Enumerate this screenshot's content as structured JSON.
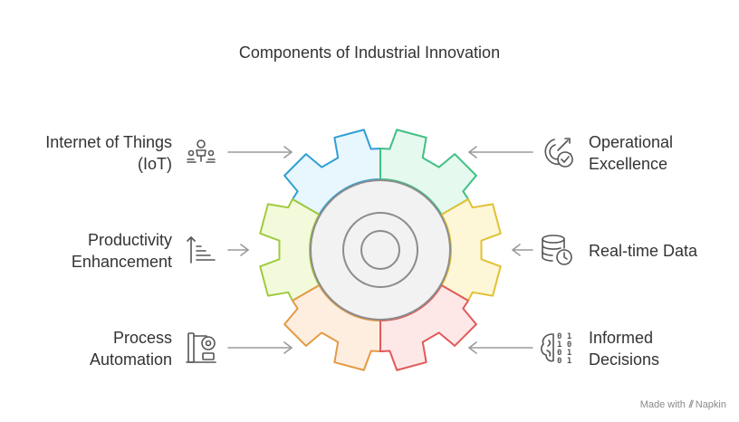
{
  "title": "Components of Industrial Innovation",
  "segments": [
    {
      "id": "iot",
      "side": "left",
      "lines": [
        "Internet of Things",
        "(IoT)"
      ],
      "icon": "iot-network-icon",
      "fill": "#e8f6fd",
      "stroke": "#2f9fd4"
    },
    {
      "id": "productivity",
      "side": "left",
      "lines": [
        "Productivity",
        "Enhancement"
      ],
      "icon": "productivity-bars-icon",
      "fill": "#f3fadc",
      "stroke": "#9fcb3d"
    },
    {
      "id": "process",
      "side": "left",
      "lines": [
        "Process",
        "Automation"
      ],
      "icon": "robot-arm-icon",
      "fill": "#fdeee0",
      "stroke": "#e59a45"
    },
    {
      "id": "operational",
      "side": "right",
      "lines": [
        "Operational",
        "Excellence"
      ],
      "icon": "target-check-icon",
      "fill": "#e5f9ee",
      "stroke": "#3fc083"
    },
    {
      "id": "realtime",
      "side": "right",
      "lines": [
        "Real-time Data"
      ],
      "icon": "database-clock-icon",
      "fill": "#fdf7d8",
      "stroke": "#e2c133"
    },
    {
      "id": "informed",
      "side": "right",
      "lines": [
        "Informed",
        "Decisions"
      ],
      "icon": "brain-binary-icon",
      "fill": "#fde7e7",
      "stroke": "#e05a5a"
    }
  ],
  "credit": {
    "prefix": "Made with",
    "brand": "Napkin"
  }
}
